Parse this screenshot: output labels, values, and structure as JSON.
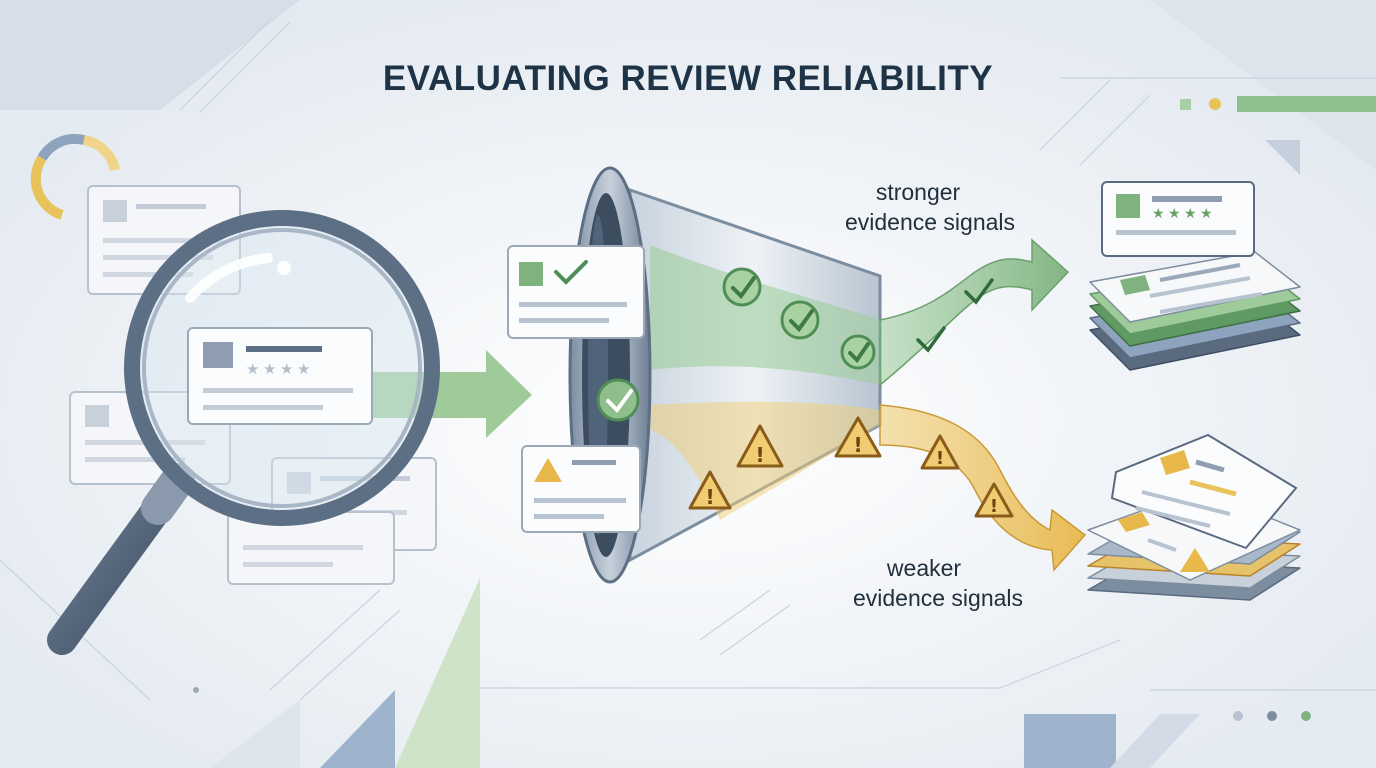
{
  "title": "EVALUATING REVIEW RELIABILITY",
  "labels": {
    "stronger_line1": "stronger",
    "stronger_line2": "evidence signals",
    "weaker_line1": "weaker",
    "weaker_line2": "evidence signals"
  },
  "colors": {
    "background": "#eef2f6",
    "green": "#7fb27f",
    "green_dark": "#4f8e57",
    "amber": "#e8b84a",
    "amber_dark": "#b8832a",
    "slate": "#5a6b80",
    "blue_gray": "#8ea3bd"
  },
  "icons": [
    "magnifier-icon",
    "funnel-icon",
    "check-icon",
    "warning-icon",
    "star-icon",
    "review-card-icon",
    "stack-icon"
  ]
}
